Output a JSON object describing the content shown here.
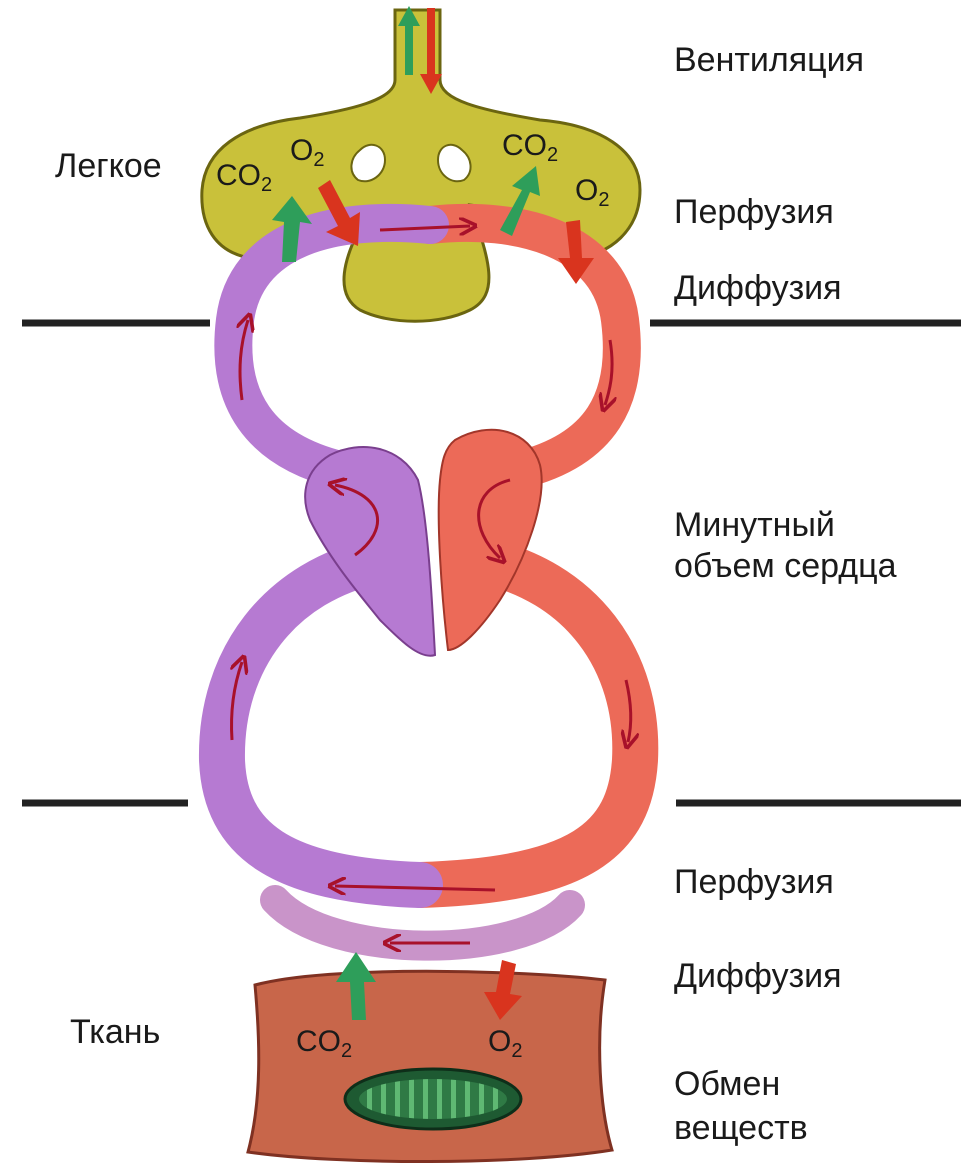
{
  "labels": {
    "ventilation": "Вентиляция",
    "lung": "Легкое",
    "perfusion_top": "Перфузия",
    "diffusion_top": "Диффузия",
    "cardiac_output_line1": "Минутный",
    "cardiac_output_line2": "объем сердца",
    "perfusion_bottom": "Перфузия",
    "diffusion_bottom": "Диффузия",
    "tissue": "Ткань",
    "metabolism_line1": "Обмен",
    "metabolism_line2": "веществ"
  },
  "gases": {
    "co2_base": "CO",
    "co2_sub": "2",
    "o2_base": "O",
    "o2_sub": "2"
  },
  "colors": {
    "venous": "#b67ad2",
    "arterial": "#ec6a58",
    "lung": "#c9c13a",
    "tissue": "#c8664a",
    "co2_arrow": "#2e9e5a",
    "o2_arrow": "#d9341e",
    "flow_arrow": "#a8112a",
    "divider": "#222222"
  }
}
